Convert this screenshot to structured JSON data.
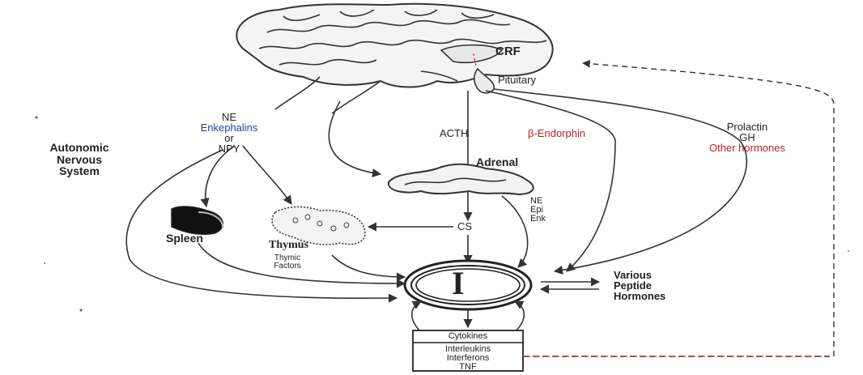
{
  "brain": {
    "crf_label": "CRF",
    "pituitary_label": "Pituitary"
  },
  "ans": {
    "title_line1": "Autonomic",
    "title_line2": "Nervous",
    "title_line3": "System",
    "ne": "NE",
    "enkephalins": "Enkephalins",
    "or": "or",
    "npy": "NPY"
  },
  "hormones": {
    "acth": "ACTH",
    "endorphin": "β-Endorphin",
    "prolactin": "Prolactin",
    "gh": "GH",
    "other": "Other hormones"
  },
  "adrenal": {
    "label": "Adrenal",
    "ne": "NE",
    "epi": "Epi",
    "enk": "Enk"
  },
  "organs": {
    "spleen": "Spleen",
    "thymus": "Thymus",
    "thymic_line1": "Thymic",
    "thymic_line2": "Factors",
    "cs": "CS"
  },
  "immune": {
    "symbol": "I"
  },
  "peptides": {
    "line1": "Various",
    "line2": "Peptide",
    "line3": "Hormones"
  },
  "cytokines": {
    "title": "Cytokines",
    "item1": "Interleukins",
    "item2": "Interferons",
    "item3": "TNF"
  }
}
